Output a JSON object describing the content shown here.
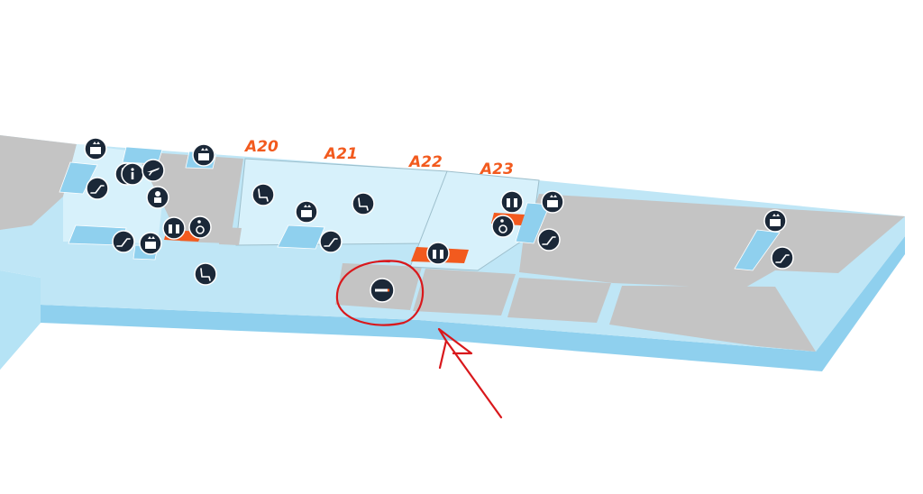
{
  "gates": [
    {
      "label": "A20"
    },
    {
      "label": "A21"
    },
    {
      "label": "A22"
    },
    {
      "label": "A23"
    }
  ],
  "colors": {
    "gate_label": "#f25a1e",
    "floor_light": "#d7f1fb",
    "floor_mid": "#bfe6f6",
    "floor_edge": "#8fd0ee",
    "wall_grey": "#c4c4c4",
    "facility_orange": "#f25a1e",
    "icon_disc": "#1b2838",
    "annotation_red": "#d9181c"
  },
  "poi_icons": [
    "elevator-icon",
    "escalator-icon",
    "phone-icon",
    "information-icon",
    "departures-icon",
    "elevator-icon",
    "security-icon",
    "restroom-icon",
    "accessible-restroom-icon",
    "elevator-icon",
    "escalator-icon",
    "elevator-icon",
    "seating-icon",
    "seating-icon",
    "elevator-icon",
    "seating-icon",
    "escalator-icon",
    "restroom-icon",
    "smoking-area-icon",
    "restroom-icon",
    "accessible-restroom-icon",
    "elevator-icon",
    "escalator-icon",
    "elevator-icon",
    "escalator-icon"
  ],
  "annotation": {
    "highlighted": "smoking-area-icon",
    "marks": [
      "red-circle",
      "red-arrow"
    ]
  }
}
